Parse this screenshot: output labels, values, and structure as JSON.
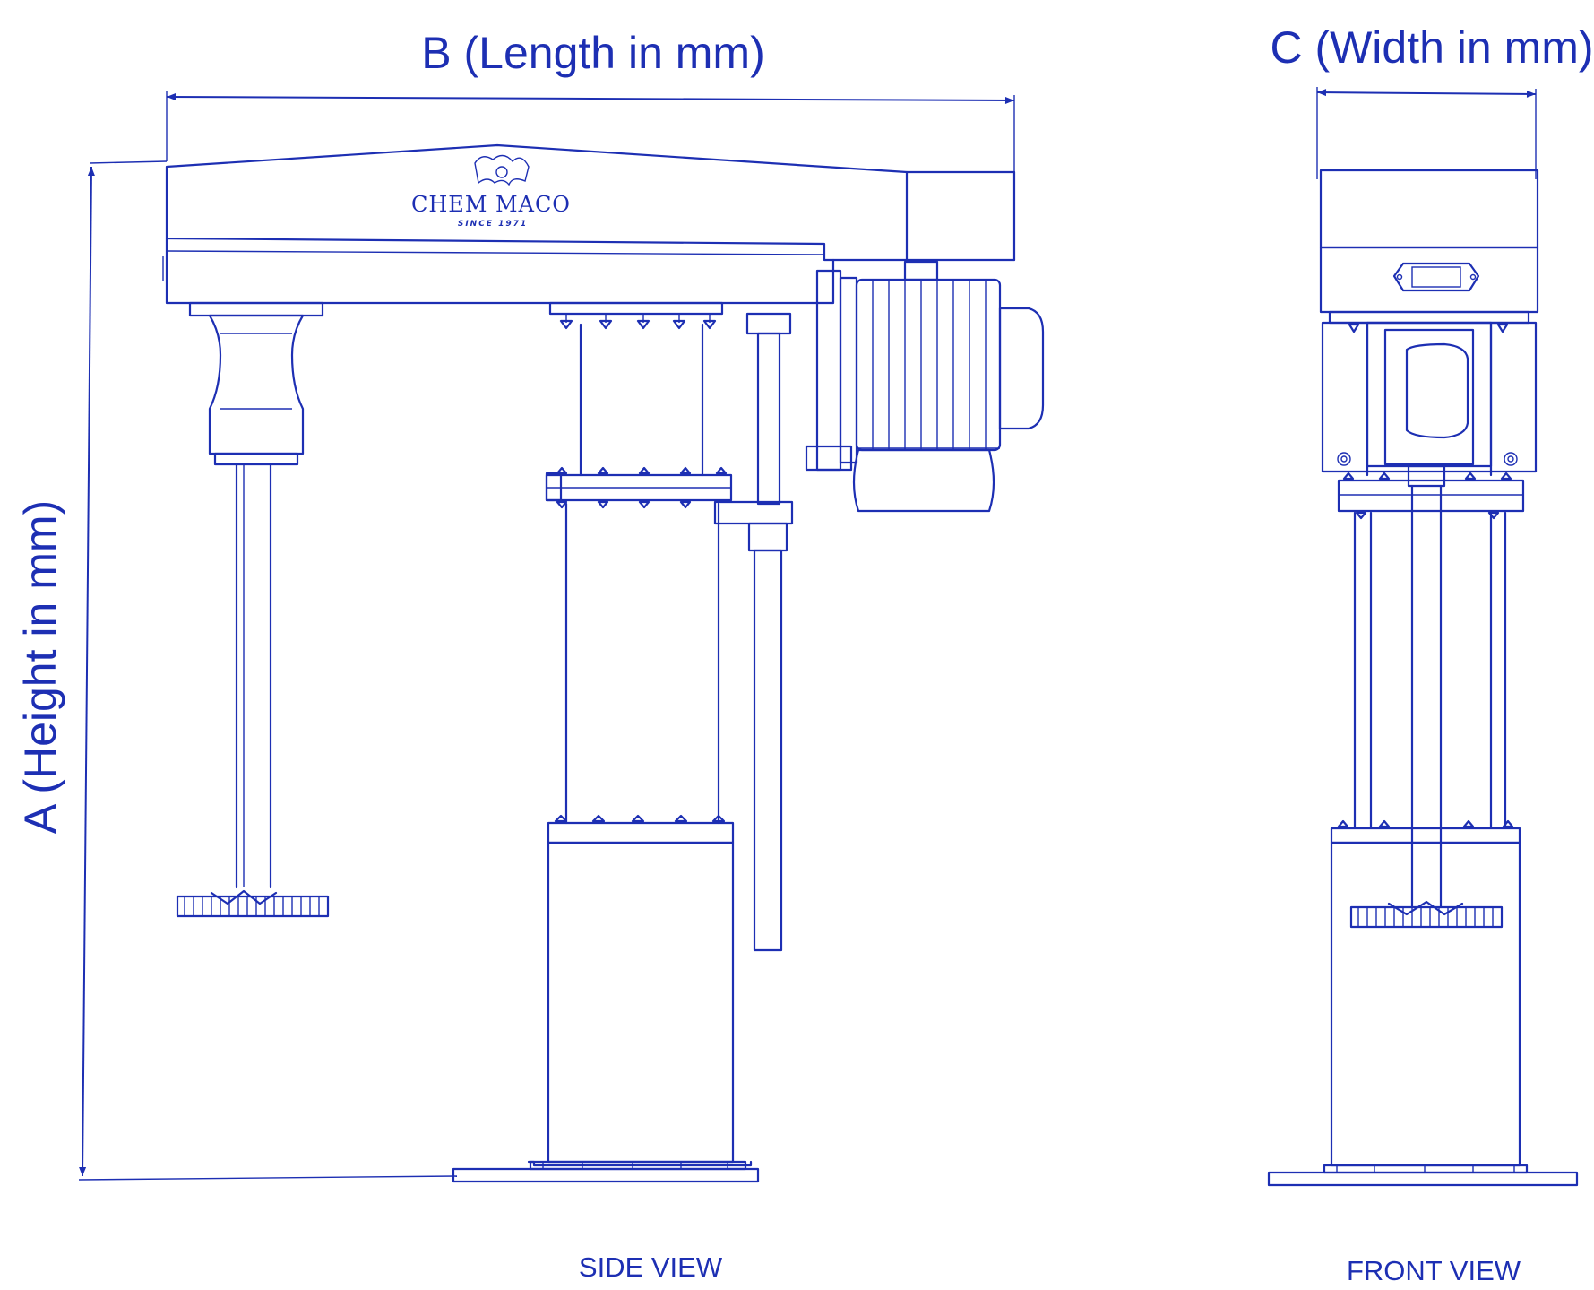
{
  "dimensions": {
    "length_label": "B (Length in mm)",
    "width_label": "C (Width in mm)",
    "height_label": "A (Height in mm)"
  },
  "views": {
    "side_label": "SIDE VIEW",
    "front_label": "FRONT VIEW"
  },
  "logo": {
    "name": "CHEM MACO",
    "tagline": "SINCE 1971"
  },
  "colors": {
    "line": "#1d2fb3",
    "background": "#ffffff"
  }
}
